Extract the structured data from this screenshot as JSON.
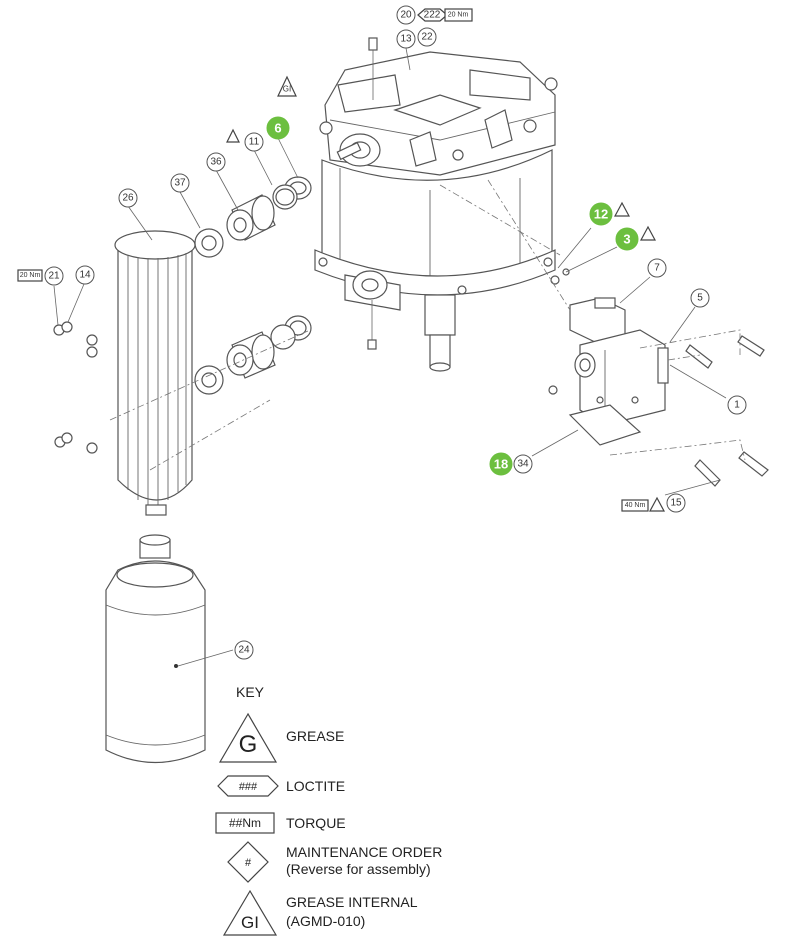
{
  "callouts": {
    "p20": "20",
    "p222": "222",
    "p20nm_top": "20 Nm",
    "p13": "13",
    "p22": "22",
    "pGI": "GI",
    "p6": "6",
    "p11": "11",
    "p36": "36",
    "p37": "37",
    "p26": "26",
    "p21": "21",
    "p14": "14",
    "p20nm_left": "20 Nm",
    "p12": "12",
    "p3": "3",
    "p7": "7",
    "p5": "5",
    "p1": "1",
    "p18": "18",
    "p34": "34",
    "p15": "15",
    "p40nm": "40 Nm",
    "p24": "24"
  },
  "key": {
    "heading": "KEY",
    "grease": "GREASE",
    "loctite_symbol": "###",
    "loctite": "LOCTITE",
    "torque_symbol": "##Nm",
    "torque": "TORQUE",
    "order_symbol": "#",
    "order_line1": "MAINTENANCE ORDER",
    "order_line2": "(Reverse for assembly)",
    "gi_symbol": "GI",
    "gi_line1": "GREASE INTERNAL",
    "gi_line2": "(AGMD-010)",
    "g_symbol": "G"
  },
  "colors": {
    "maintenance_order_green": "#6cbf3f",
    "line": "#555555"
  }
}
